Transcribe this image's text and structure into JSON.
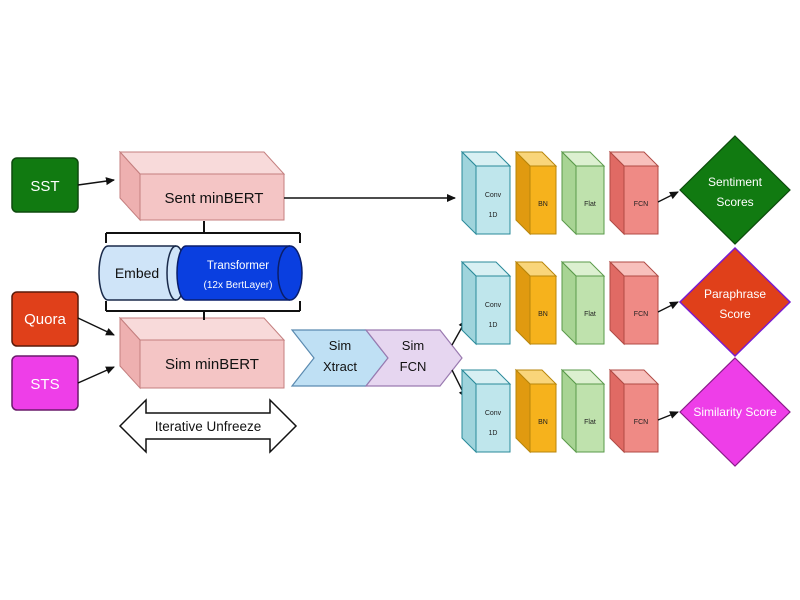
{
  "inputs": {
    "sst": "SST",
    "quora": "Quora",
    "sts": "STS"
  },
  "models": {
    "sent_minbert": "Sent minBERT",
    "sim_minbert": "Sim minBERT"
  },
  "shared": {
    "embed": "Embed",
    "transformer_line1": "Transformer",
    "transformer_line2": "(12x BertLayer)"
  },
  "iterative_unfreeze": "Iterative Unfreeze",
  "sim_xtract": {
    "line1": "Sim",
    "line2": "Xtract"
  },
  "sim_fcn": {
    "line1": "Sim",
    "line2": "FCN"
  },
  "head_blocks": {
    "conv_line1": "Conv",
    "conv_line2": "1D",
    "bn": "BN",
    "flat": "Flat",
    "fcn": "FCN"
  },
  "outputs": {
    "sentiment_line1": "Sentiment",
    "sentiment_line2": "Scores",
    "paraphrase_line1": "Paraphrase",
    "paraphrase_line2": "Score",
    "similarity": "Similarity Score"
  },
  "colors": {
    "green": "#117a11",
    "orange_red": "#e0401a",
    "magenta": "#ee3ee8",
    "pink_box": "#f4c5c5",
    "blue": "#0a3fe0",
    "light_blue": "#cfe4f8",
    "teal": "#bfe6ec",
    "amber": "#f6b21c",
    "light_green": "#bfe2ad",
    "salmon": "#ef8a85",
    "sim_xtract": "#bfe0f4",
    "sim_fcn": "#e6d6f0"
  }
}
